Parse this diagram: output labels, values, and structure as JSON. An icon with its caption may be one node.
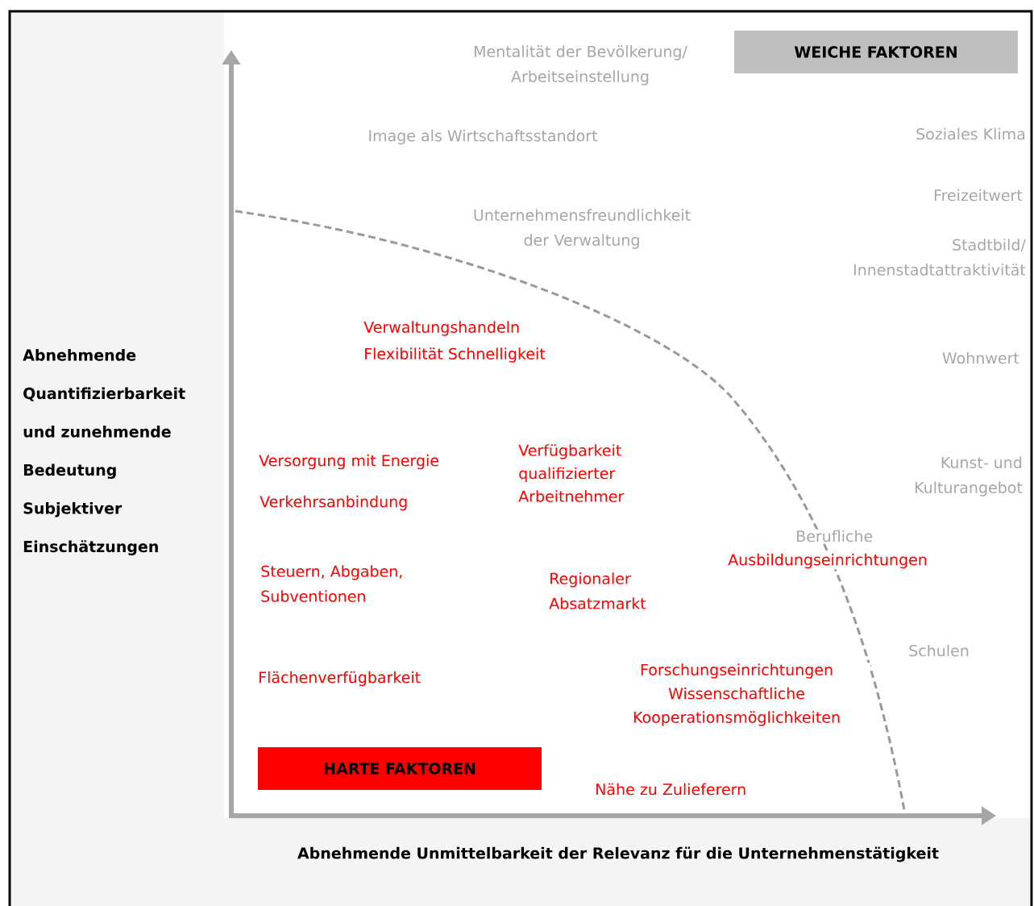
{
  "diagram": {
    "nodes": [
      {
        "text": [
          "WEICHE FAKTOREN"
        ]
      },
      {
        "text": [
          "HARTE FAKTOREN"
        ]
      }
    ],
    "labels": [
      "Mentalität der Bevölkerung/ Arbeitseinstellung",
      "Image als Wirtschaftsstandort",
      "Soziales Klima",
      "Freizeitwert",
      "Unternehmensfreundlichkeit der Verwaltung",
      "Stadtbild/ Innenstadtattraktivität",
      "Verwaltungshandeln Flexibilität Schnelligkeit",
      "Wohnwert",
      "Abnehmende Quantifizierbarkeit und zunehmende Bedeutung Subjektiver Einschätzungen",
      "Versorgung mit Energie",
      "Verfügbarkeit qualifizierter Arbeitnehmer",
      "Kunst- und Kulturangebot",
      "Verkehrsanbindung",
      "Berufliche",
      "Ausbildungseinrichtungen",
      "Steuern, Abgaben, Subventionen",
      "Regionaler Absatzmarkt",
      "Schulen",
      "Forschungseinrichtungen Wissenschaftliche Kooperationsmöglichkeiten",
      "Flächenverfügbarkeit",
      "Nähe zu Zulieferern",
      "Abnehmende Unmittelbarkeit der Relevanz für die Unternehmenstätigkeit"
    ]
  }
}
